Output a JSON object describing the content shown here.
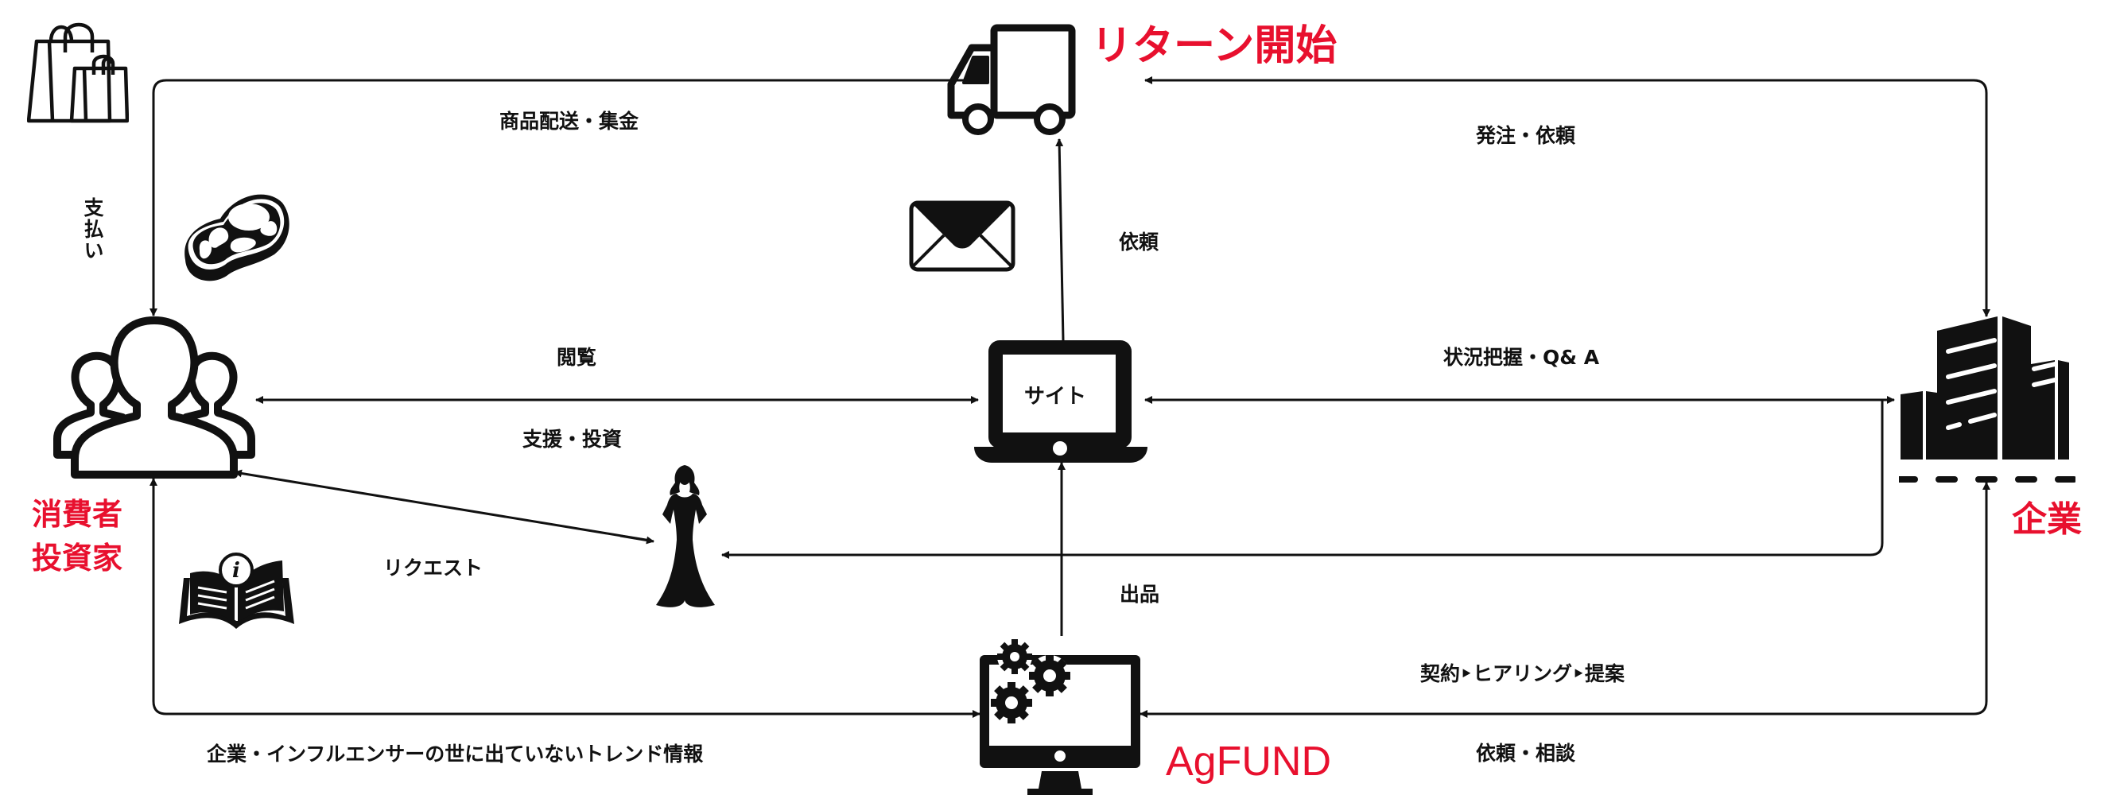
{
  "diagram": {
    "accent_color": "#e8102e",
    "line_color": "#111111"
  },
  "nodes": {
    "truck": {
      "label": "リターン開始",
      "icon": "delivery-truck-icon"
    },
    "consumers": {
      "label_line1": "消費者",
      "label_line2": "投資家",
      "icon": "users-group-icon"
    },
    "site": {
      "label": "サイト",
      "icon": "laptop-icon"
    },
    "company": {
      "label": "企業",
      "icon": "office-buildings-icon"
    },
    "agfund": {
      "label": "AgFUND",
      "icon": "monitor-gears-icon"
    },
    "influencer": {
      "icon": "woman-silhouette-icon"
    }
  },
  "decorations": {
    "shopping_bags": "shopping-bags-icon",
    "meat": "steak-icon",
    "envelope": "envelope-icon",
    "info_book": "info-book-icon"
  },
  "edges": {
    "delivery": "商品配送・集金",
    "payment": "支払い",
    "order": "発注・依頼",
    "request_truck": "依頼",
    "browse": "閲覧",
    "support_invest": "支援・投資",
    "status_qa": "状況把握・Q& A",
    "request_influencer": "リクエスト",
    "listing": "出品",
    "contract": "契約‣ヒアリング‣提案",
    "trend_info": "企業・インフルエンサーの世に出ていないトレンド情報",
    "consult": "依頼・相談"
  }
}
